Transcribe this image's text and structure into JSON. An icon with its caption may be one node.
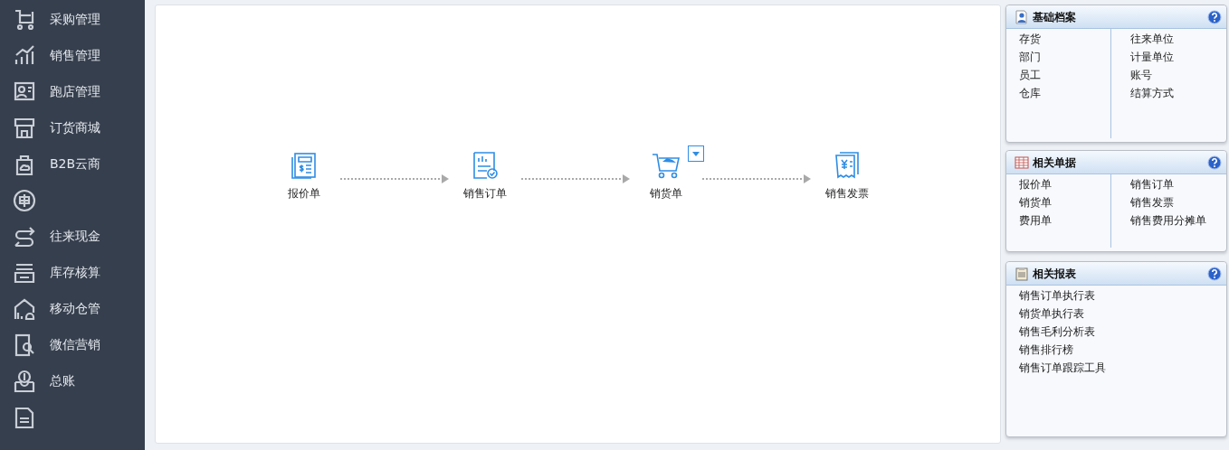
{
  "diagram": {
    "nodes": [
      {
        "text": [
          "报价单"
        ]
      },
      {
        "text": [
          "销售订单"
        ]
      },
      {
        "text": [
          "销货单"
        ]
      },
      {
        "text": [
          "销售发票"
        ]
      },
      {
        "text": [
          "基础档案",
          "存货",
          "部门",
          "员工",
          "仓库",
          "往来单位",
          "计量单位",
          "账号",
          "结算方式"
        ]
      },
      {
        "text": [
          "相关单据",
          "报价单",
          "销货单",
          "费用单",
          "销售订单",
          "销售发票",
          "销售费用分摊单"
        ]
      },
      {
        "text": [
          "相关报表",
          "销售订单执行表",
          "销货单执行表",
          "销售毛利分析表",
          "销售排行榜",
          "销售订单跟踪工具"
        ]
      }
    ],
    "edges": [
      {
        "from": 0,
        "to": 1,
        "arrow": "to",
        "style": "dashed"
      },
      {
        "from": 1,
        "to": 2,
        "arrow": "to",
        "style": "dashed"
      },
      {
        "from": 2,
        "to": 3,
        "arrow": "to",
        "style": "dashed"
      }
    ],
    "labels": [
      "采购管理",
      "销售管理",
      "跑店管理",
      "订货商城",
      "B2B云商",
      "往来现金",
      "库存核算",
      "移动仓管",
      "微信营销",
      "总账"
    ]
  }
}
